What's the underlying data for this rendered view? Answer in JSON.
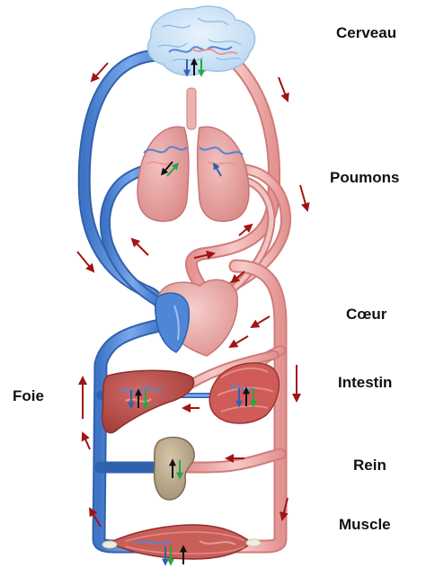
{
  "labels": {
    "brain": "Cerveau",
    "lungs": "Poumons",
    "heart": "Cœur",
    "intestine": "Intestin",
    "liver": "Foie",
    "kidney": "Rein",
    "muscle": "Muscle"
  },
  "colors": {
    "deoxygenated": "#4f86d6",
    "deoxygenated_dark": "#2f62ad",
    "oxygenated": "#efaaa8",
    "oxygenated_dark": "#cf7b79",
    "flow_arrow": "#a01414",
    "brain_tissue": "#cfe4f7",
    "lung_tissue": "#e8a5a3",
    "liver_tissue": "#b54c4a",
    "intestine_tissue": "#cf5c59",
    "kidney_tissue": "#b9a78a",
    "muscle_tissue": "#c85f59",
    "exchange_arrow_in": "#111111",
    "exchange_arrow_out": "#22a845"
  }
}
